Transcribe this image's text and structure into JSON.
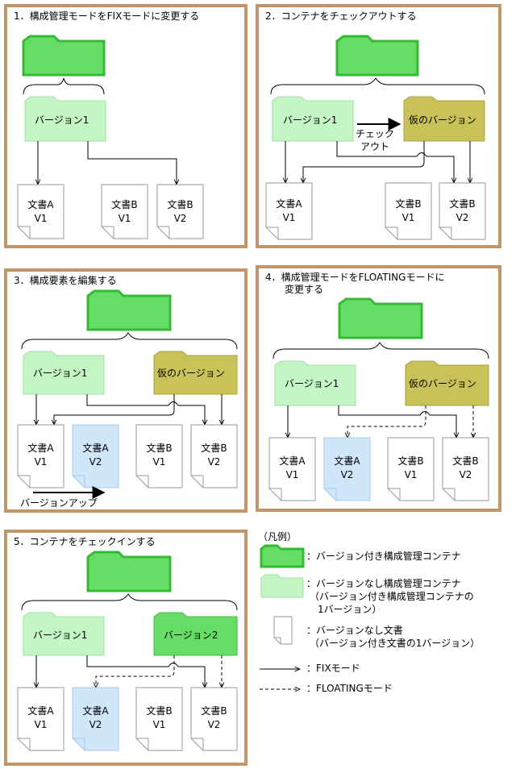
{
  "colors": {
    "border": "#c0956a",
    "container_versioned": "#66dd66",
    "container_versioned_edge": "#33bb33",
    "container_unversioned": "#c4f5c4",
    "tentative": "#c8c259",
    "version2_container": "#66dd66",
    "doc_edited": "#cfe6fb"
  },
  "panels": [
    {
      "title": "1．構成管理モードをFIXモードに変更する"
    },
    {
      "title": "2．コンテナをチェックアウトする",
      "checkout_label": [
        "チェック",
        "アウト"
      ]
    },
    {
      "title": "3．構成要素を編集する",
      "version_up_label": "バージョンアップ"
    },
    {
      "title": "4．構成管理モードをFLOATINGモードに",
      "title_line2": "変更する"
    },
    {
      "title": "5．コンテナをチェックインする"
    }
  ],
  "labels": {
    "version1": "バージョン1",
    "version2": "バージョン2",
    "tentative": "仮のバージョン",
    "doc_a": "文書A",
    "doc_b": "文書B",
    "v1": "V1",
    "v2": "V2"
  },
  "legend": {
    "title": "（凡例）",
    "versioned_container": "：バージョン付き構成管理コンテナ",
    "unversioned_container": "：バージョンなし構成管理コンテナ",
    "unversioned_container_note1": "（バージョン付き構成管理コンテナの",
    "unversioned_container_note2": "1バージョン）",
    "unversioned_doc": "：バージョンなし文書",
    "unversioned_doc_note": "（バージョン付き文書の1バージョン）",
    "fix_mode": "：FIXモード",
    "floating_mode": "：FLOATINGモード"
  }
}
